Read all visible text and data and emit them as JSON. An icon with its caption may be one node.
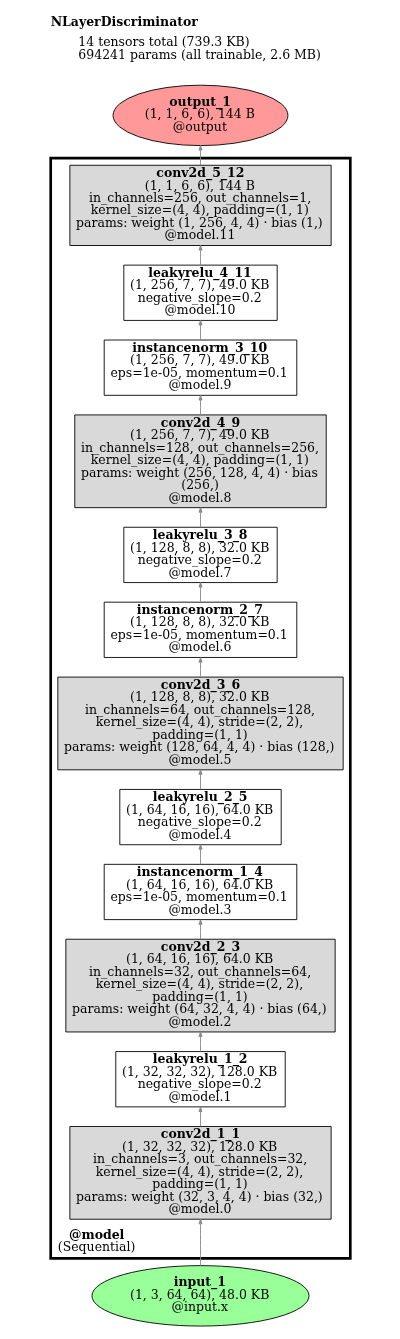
{
  "diagram": {
    "title": "NLayerDiscriminator",
    "labels": [
      "14 tensors total (739.3 KB)",
      "694241 params (all trainable, 2.6 MB)"
    ],
    "nodes": [
      {
        "text": [
          "output_1",
          "(1, 1, 6, 6), 144 B",
          "@output"
        ]
      },
      {
        "text": [
          "@model",
          "(Sequential)"
        ]
      },
      {
        "text": [
          "conv2d_5_12",
          "(1, 1, 6, 6), 144 B",
          "in_channels=256, out_channels=1, kernel_size=(4, 4), padding=(1, 1)",
          "params: weight (1, 256, 4, 4) · bias (1,)",
          "@model.11"
        ],
        "in": 1
      },
      {
        "text": [
          "leakyrelu_4_11",
          "(1, 256, 7, 7), 49.0 KB",
          "negative_slope=0.2",
          "@model.10"
        ],
        "in": 1
      },
      {
        "text": [
          "instancenorm_3_10",
          "(1, 256, 7, 7), 49.0 KB",
          "eps=1e-05, momentum=0.1",
          "@model.9"
        ],
        "in": 1
      },
      {
        "text": [
          "conv2d_4_9",
          "(1, 256, 7, 7), 49.0 KB",
          "in_channels=128, out_channels=256, kernel_size=(4, 4), padding=(1, 1)",
          "params: weight (256, 128, 4, 4) · bias (256,)",
          "@model.8"
        ],
        "in": 1
      },
      {
        "text": [
          "leakyrelu_3_8",
          "(1, 128, 8, 8), 32.0 KB",
          "negative_slope=0.2",
          "@model.7"
        ],
        "in": 1
      },
      {
        "text": [
          "instancenorm_2_7",
          "(1, 128, 8, 8), 32.0 KB",
          "eps=1e-05, momentum=0.1",
          "@model.6"
        ],
        "in": 1
      },
      {
        "text": [
          "conv2d_3_6",
          "(1, 128, 8, 8), 32.0 KB",
          "in_channels=64, out_channels=128, kernel_size=(4, 4), stride=(2, 2), padding=(1, 1)",
          "params: weight (128, 64, 4, 4) · bias (128,)",
          "@model.5"
        ],
        "in": 1
      },
      {
        "text": [
          "leakyrelu_2_5",
          "(1, 64, 16, 16), 64.0 KB",
          "negative_slope=0.2",
          "@model.4"
        ],
        "in": 1
      },
      {
        "text": [
          "instancenorm_1_4",
          "(1, 64, 16, 16), 64.0 KB",
          "eps=1e-05, momentum=0.1",
          "@model.3"
        ],
        "in": 1
      },
      {
        "text": [
          "conv2d_2_3",
          "(1, 64, 16, 16), 64.0 KB",
          "in_channels=32, out_channels=64, kernel_size=(4, 4), stride=(2, 2), padding=(1, 1)",
          "params: weight (64, 32, 4, 4) · bias (64,)",
          "@model.2"
        ],
        "in": 1
      },
      {
        "text": [
          "leakyrelu_1_2",
          "(1, 32, 32, 32), 128.0 KB",
          "negative_slope=0.2",
          "@model.1"
        ],
        "in": 1
      },
      {
        "text": [
          "conv2d_1_1",
          "(1, 32, 32, 32), 128.0 KB",
          "in_channels=3, out_channels=32, kernel_size=(4, 4), stride=(2, 2), padding=(1, 1)",
          "params: weight (32, 3, 4, 4) · bias (32,)",
          "@model.0"
        ],
        "in": 1
      },
      {
        "text": [
          "input_1",
          "(1, 3, 64, 64), 48.0 KB",
          "@input.x"
        ]
      }
    ],
    "edges": [
      {
        "from": 14,
        "to": 13,
        "arrow": "to"
      },
      {
        "from": 13,
        "to": 12,
        "arrow": "to"
      },
      {
        "from": 12,
        "to": 11,
        "arrow": "to"
      },
      {
        "from": 11,
        "to": 10,
        "arrow": "to"
      },
      {
        "from": 10,
        "to": 9,
        "arrow": "to"
      },
      {
        "from": 9,
        "to": 8,
        "arrow": "to"
      },
      {
        "from": 8,
        "to": 7,
        "arrow": "to"
      },
      {
        "from": 7,
        "to": 6,
        "arrow": "to"
      },
      {
        "from": 6,
        "to": 5,
        "arrow": "to"
      },
      {
        "from": 5,
        "to": 4,
        "arrow": "to"
      },
      {
        "from": 4,
        "to": 3,
        "arrow": "to"
      },
      {
        "from": 3,
        "to": 2,
        "arrow": "to"
      },
      {
        "from": 2,
        "to": 0,
        "arrow": "to"
      }
    ]
  }
}
